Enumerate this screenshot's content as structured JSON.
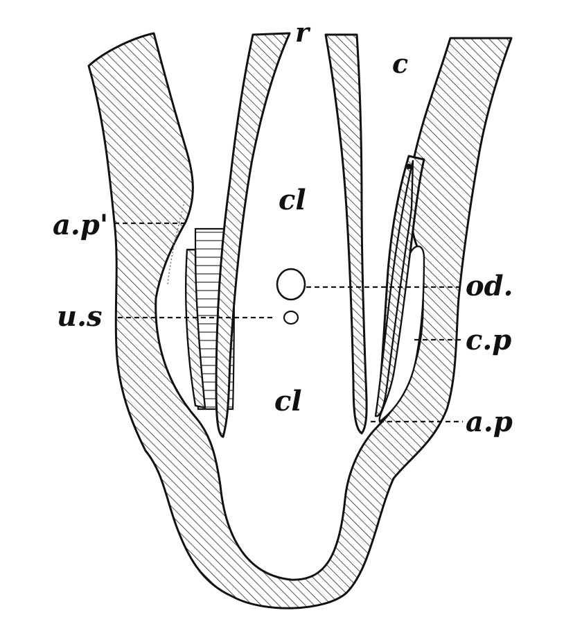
{
  "figure": {
    "labels": {
      "r": "r",
      "c": "c",
      "cl_upper": "cl",
      "cl_lower": "cl",
      "ap_prime": "a.p'",
      "us": "u.s",
      "od": "od.",
      "cp": "c.p",
      "ap": "a.p"
    }
  }
}
